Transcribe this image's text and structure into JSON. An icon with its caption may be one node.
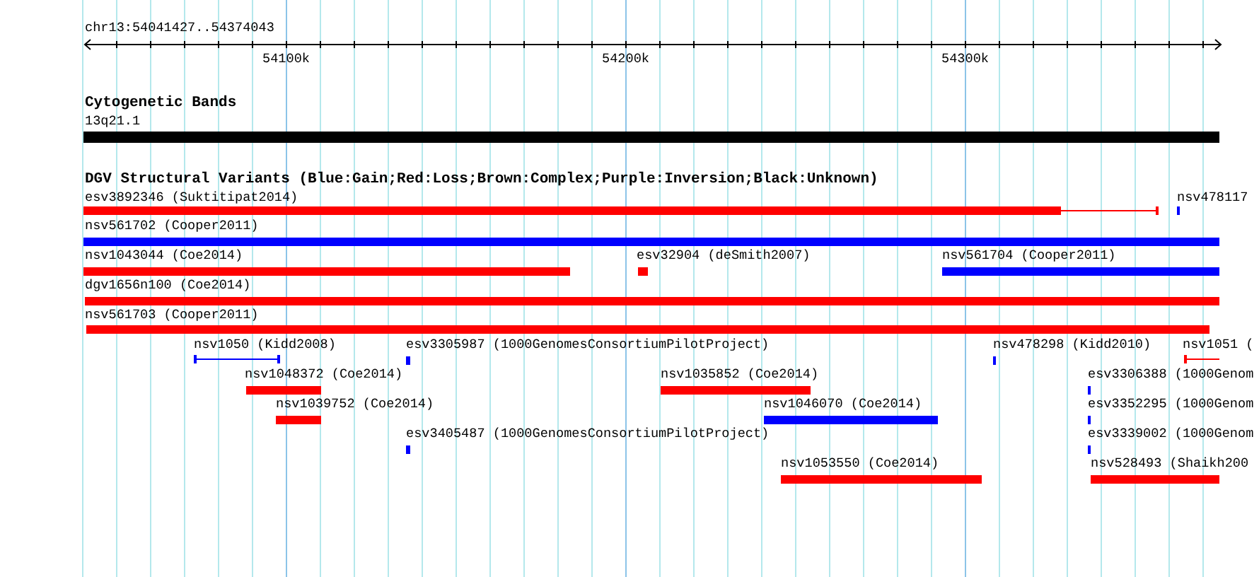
{
  "diagram": {
    "nodes": [
      {
        "text": [
          "13q21.1"
        ]
      },
      {
        "text": [
          "esv3892346 (Suktitipat2014)"
        ]
      },
      {
        "text": [
          "nsv478117"
        ]
      },
      {
        "text": [
          "nsv561702 (Cooper2011)"
        ]
      },
      {
        "text": [
          "nsv1043044 (Coe2014)"
        ]
      },
      {
        "text": [
          "esv32904 (deSmith2007)"
        ]
      },
      {
        "text": [
          "nsv561704 (Cooper2011)"
        ]
      },
      {
        "text": [
          "dgv1656n100 (Coe2014)"
        ]
      },
      {
        "text": [
          "nsv561703 (Cooper2011)"
        ]
      },
      {
        "text": [
          "nsv1050 (Kidd2008)"
        ]
      },
      {
        "text": [
          "esv3305987 (1000GenomesConsortiumPilotProject)"
        ]
      },
      {
        "text": [
          "nsv478298 (Kidd2010)"
        ]
      },
      {
        "text": [
          "nsv1051 ("
        ]
      },
      {
        "text": [
          "nsv1048372 (Coe2014)"
        ]
      },
      {
        "text": [
          "nsv1035852 (Coe2014)"
        ]
      },
      {
        "text": [
          "esv3306388 (1000Genom"
        ]
      },
      {
        "text": [
          "nsv1039752 (Coe2014)"
        ]
      },
      {
        "text": [
          "nsv1046070 (Coe2014)"
        ]
      },
      {
        "text": [
          "esv3352295 (1000Genom"
        ]
      },
      {
        "text": [
          "esv3405487 (1000GenomesConsortiumPilotProject)"
        ]
      },
      {
        "text": [
          "esv3339002 (1000Genom"
        ]
      },
      {
        "text": [
          "nsv1053550 (Coe2014)"
        ]
      },
      {
        "text": [
          "nsv528493 (Shaikh200"
        ]
      }
    ],
    "labels": [
      "chr13:54041427..54374043",
      "54100k",
      "54200k",
      "54300k",
      "Cytogenetic Bands",
      "DGV Structural Variants (Blue:Gain;Red:Loss;Brown:Complex;Purple:Inversion;Black:Unknown)"
    ]
  }
}
